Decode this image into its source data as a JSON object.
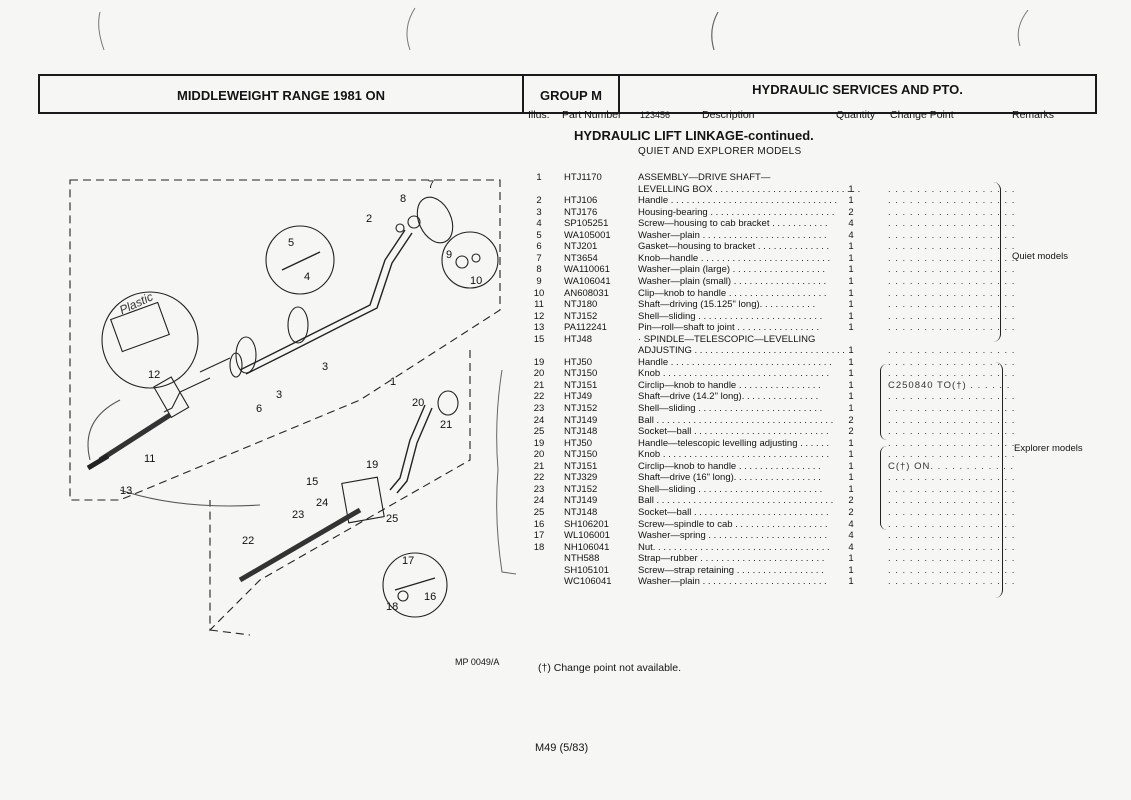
{
  "header": {
    "range": "MIDDLEWEIGHT RANGE 1981 ON",
    "group": "GROUP M",
    "section": "HYDRAULIC SERVICES AND PTO."
  },
  "columns": {
    "illus": "Illus.",
    "part_number": "Part Number",
    "digits": "123456",
    "description": "Description",
    "quantity": "Quantity",
    "change_point": "Change Point",
    "remarks": "Remarks"
  },
  "title": "HYDRAULIC LIFT LINKAGE-continued.",
  "subtitle": "QUIET AND EXPLORER MODELS",
  "rows": [
    {
      "illus": "1",
      "pn": "HTJ1170",
      "desc": "ASSEMBLY—DRIVE SHAFT—",
      "qty": "",
      "cp": ""
    },
    {
      "illus": "",
      "pn": "",
      "desc": "LEVELLING BOX . . . . . . . . . . . . . . . . . . . . . . . . . . . .",
      "qty": "1",
      "cp": ". . . . . . . . . . . . . . . . . ."
    },
    {
      "illus": "2",
      "pn": "HTJ106",
      "desc": "Handle . . . . . . . . . . . . . . . . . . . . . . . . . . . . . . . .",
      "qty": "1",
      "cp": ". . . . . . . . . . . . . . . . . ."
    },
    {
      "illus": "3",
      "pn": "NTJ176",
      "desc": "Housing-bearing . . . . . . . . . . . . . . . . . . . . . . . .",
      "qty": "2",
      "cp": ". . . . . . . . . . . . . . . . . ."
    },
    {
      "illus": "4",
      "pn": "SP105251",
      "desc": "Screw—housing to cab bracket . . . . . . . . . . .",
      "qty": "4",
      "cp": ". . . . . . . . . . . . . . . . . ."
    },
    {
      "illus": "5",
      "pn": "WA105001",
      "desc": "Washer—plain . . . . . . . . . . . . . . . . . . . . . . . .",
      "qty": "4",
      "cp": ". . . . . . . . . . . . . . . . . ."
    },
    {
      "illus": "6",
      "pn": "NTJ201",
      "desc": "Gasket—housing to bracket . . . . . . . . . . . . . .",
      "qty": "1",
      "cp": ". . . . . . . . . . . . . . . . . ."
    },
    {
      "illus": "7",
      "pn": "NT3654",
      "desc": "Knob—handle . . . . . . . . . . . . . . . . . . . . . . . . .",
      "qty": "1",
      "cp": ". . . . . . . . . . . . . . . . . ."
    },
    {
      "illus": "8",
      "pn": "WA110061",
      "desc": "Washer—plain (large) . . . . . . . . . . . . . . . . . .",
      "qty": "1",
      "cp": ". . . . . . . . . . . . . . . . . ."
    },
    {
      "illus": "9",
      "pn": "WA106041",
      "desc": "Washer—plain (small) . . . . . . . . . . . . . . . . . .",
      "qty": "1",
      "cp": ". . . . . . . . . . . . . . . . . ."
    },
    {
      "illus": "10",
      "pn": "AN608031",
      "desc": "Clip—knob to handle . . . . . . . . . . . . . . . . . . .",
      "qty": "1",
      "cp": ". . . . . . . . . . . . . . . . . ."
    },
    {
      "illus": "11",
      "pn": "NTJ180",
      "desc": "Shaft—driving (15.125\" long). . . . . . . . . . .",
      "qty": "1",
      "cp": ". . . . . . . . . . . . . . . . . ."
    },
    {
      "illus": "12",
      "pn": "NTJ152",
      "desc": "Shell—sliding . . . . . . . . . . . . . . . . . . . . . . . .",
      "qty": "1",
      "cp": ". . . . . . . . . . . . . . . . . ."
    },
    {
      "illus": "13",
      "pn": "PA112241",
      "desc": "Pin—roll—shaft to joint . . . . . . . . . . . . . . . .",
      "qty": "1",
      "cp": ". . . . . . . . . . . . . . . . . ."
    },
    {
      "illus": "15",
      "pn": "HTJ48",
      "desc": "· SPINDLE—TELESCOPIC—LEVELLING",
      "qty": "",
      "cp": ""
    },
    {
      "illus": "",
      "pn": "",
      "desc": "ADJUSTING . . . . . . . . . . . . . . . . . . . . . . . . . . . . .",
      "qty": "1",
      "cp": ". . . . . . . . . . . . . . . . . ."
    },
    {
      "illus": "19",
      "pn": "HTJ50",
      "desc": "Handle . . . . . . . . . . . . . . . . . . . . . . . . . . . . . . .",
      "qty": "1",
      "cp": ". . . . . . . . . . . . . . . . . ."
    },
    {
      "illus": "20",
      "pn": "NTJ150",
      "desc": "Knob . . . . . . . . . . . . . . . . . . . . . . . . . . . . . . . .",
      "qty": "1",
      "cp": ". . . . . . . . . . . . . . . . . ."
    },
    {
      "illus": "21",
      "pn": "NTJ151",
      "desc": "Circlip—knob to handle . . . . . . . . . . . . . . . .",
      "qty": "1",
      "cp": "C250840 TO(†) . . . . . ."
    },
    {
      "illus": "22",
      "pn": "HTJ49",
      "desc": "Shaft—drive (14.2\" long). . . . . . . . . . . . . . .",
      "qty": "1",
      "cp": ". . . . . . . . . . . . . . . . . ."
    },
    {
      "illus": "23",
      "pn": "NTJ152",
      "desc": "Shell—sliding . . . . . . . . . . . . . . . . . . . . . . . .",
      "qty": "1",
      "cp": ". . . . . . . . . . . . . . . . . ."
    },
    {
      "illus": "24",
      "pn": "NTJ149",
      "desc": "Ball . . . . . . . . . . . . . . . . . . . . . . . . . . . . . . . . . .",
      "qty": "2",
      "cp": ". . . . . . . . . . . . . . . . . ."
    },
    {
      "illus": "25",
      "pn": "NTJ148",
      "desc": "Socket—ball . . . . . . . . . . . . . . . . . . . . . . . . . .",
      "qty": "2",
      "cp": ". . . . . . . . . . . . . . . . . ."
    },
    {
      "illus": "19",
      "pn": "HTJ50",
      "desc": "Handle—telescopic levelling adjusting . . . . . .",
      "qty": "1",
      "cp": ". . . . . . . . . . . . . . . . . ."
    },
    {
      "illus": "20",
      "pn": "NTJ150",
      "desc": "Knob . . . . . . . . . . . . . . . . . . . . . . . . . . . . . . . .",
      "qty": "1",
      "cp": ". . . . . . . . . . . . . . . . . ."
    },
    {
      "illus": "21",
      "pn": "NTJ151",
      "desc": "Circlip—knob to handle . . . . . . . . . . . . . . . .",
      "qty": "1",
      "cp": "C(†) ON. . . . . . . . . . . ."
    },
    {
      "illus": "22",
      "pn": "NTJ329",
      "desc": "Shaft—drive (16\" long). . . . . . . . . . . . . . . . .",
      "qty": "1",
      "cp": ". . . . . . . . . . . . . . . . . ."
    },
    {
      "illus": "23",
      "pn": "NTJ152",
      "desc": "Shell—sliding . . . . . . . . . . . . . . . . . . . . . . . .",
      "qty": "1",
      "cp": ". . . . . . . . . . . . . . . . . ."
    },
    {
      "illus": "24",
      "pn": "NTJ149",
      "desc": "Ball . . . . . . . . . . . . . . . . . . . . . . . . . . . . . . . . . .",
      "qty": "2",
      "cp": ". . . . . . . . . . . . . . . . . ."
    },
    {
      "illus": "25",
      "pn": "NTJ148",
      "desc": "Socket—ball . . . . . . . . . . . . . . . . . . . . . . . . . .",
      "qty": "2",
      "cp": ". . . . . . . . . . . . . . . . . ."
    },
    {
      "illus": "16",
      "pn": "SH106201",
      "desc": "Screw—spindle to cab . . . . . . . . . . . . . . . . . .",
      "qty": "4",
      "cp": ". . . . . . . . . . . . . . . . . ."
    },
    {
      "illus": "17",
      "pn": "WL106001",
      "desc": "Washer—spring . . . . . . . . . . . . . . . . . . . . . . .",
      "qty": "4",
      "cp": ". . . . . . . . . . . . . . . . . ."
    },
    {
      "illus": "18",
      "pn": "NH106041",
      "desc": "Nut. . . . . . . . . . . . . . . . . . . . . . . . . . . . . . . . . .",
      "qty": "4",
      "cp": ". . . . . . . . . . . . . . . . . ."
    },
    {
      "illus": "",
      "pn": "NTH588",
      "desc": "Strap—rubber . . . . . . . . . . . . . . . . . . . . . . . .",
      "qty": "1",
      "cp": ". . . . . . . . . . . . . . . . . ."
    },
    {
      "illus": "",
      "pn": "SH105101",
      "desc": "Screw—strap retaining . . . . . . . . . . . . . . . . .",
      "qty": "1",
      "cp": ". . . . . . . . . . . . . . . . . ."
    },
    {
      "illus": "",
      "pn": "WC106041",
      "desc": "Washer—plain . . . . . . . . . . . . . . . . . . . . . . . .",
      "qty": "1",
      "cp": ". . . . . . . . . . . . . . . . . ."
    }
  ],
  "remarks": {
    "quiet": "Quiet models",
    "explorer": "Explorer models"
  },
  "figure": {
    "ref": "MP 0049/A",
    "handwritten": "Plastic",
    "callouts": [
      "1",
      "2",
      "3",
      "3",
      "4",
      "5",
      "6",
      "7",
      "8",
      "9",
      "10",
      "11",
      "12",
      "13",
      "15",
      "16",
      "17",
      "18",
      "19",
      "20",
      "21",
      "22",
      "23",
      "24",
      "25"
    ]
  },
  "footnote": "(†) Change point not available.",
  "page": "M49   (5/83)"
}
